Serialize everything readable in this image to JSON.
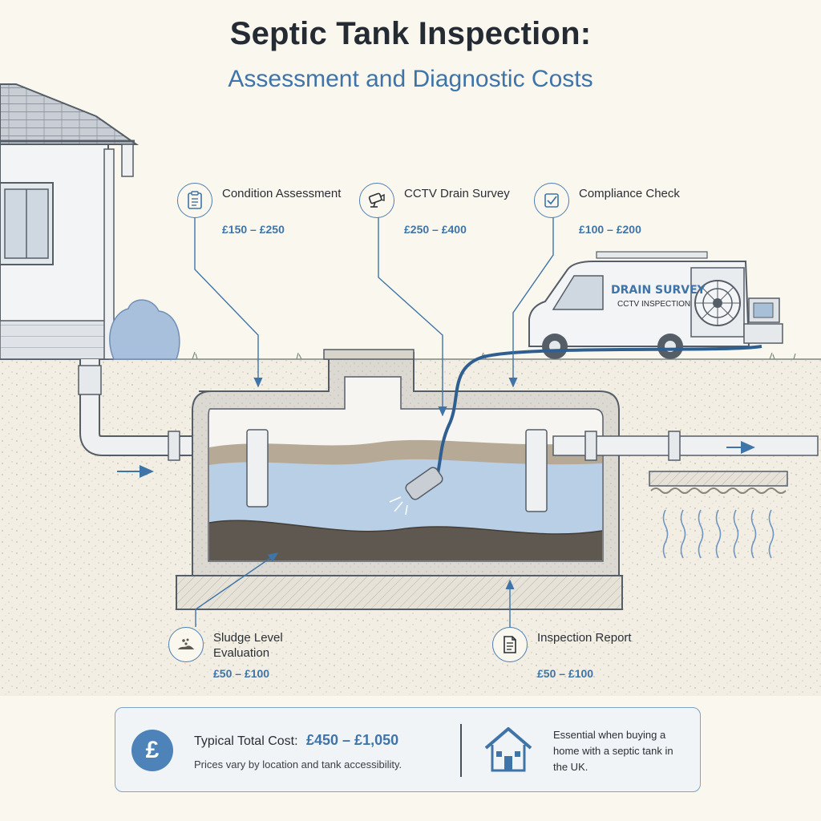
{
  "header": {
    "title": "Septic Tank Inspection:",
    "subtitle": "Assessment and Diagnostic Costs"
  },
  "callouts": [
    {
      "label": "Condition Assessment",
      "cost": "£150 – £250",
      "icon": "clipboard-icon"
    },
    {
      "label": "CCTV Drain Survey",
      "cost": "£250 – £400",
      "icon": "cctv-camera-icon"
    },
    {
      "label": "Compliance Check",
      "cost": "£100 – £200",
      "icon": "checkbox-icon"
    },
    {
      "label": "Sludge Level Evaluation",
      "cost": "£50 – £100",
      "icon": "sludge-icon"
    },
    {
      "label": "Inspection Report",
      "cost": "£50 – £100",
      "icon": "document-icon"
    }
  ],
  "van": {
    "line1": "DRAIN SURVEY",
    "line2": "CCTV INSPECTION"
  },
  "summary": {
    "currency_symbol": "£",
    "total_label": "Typical Total Cost:",
    "total_value": "£450 – £1,050",
    "note": "Prices vary by location and tank accessibility.",
    "essential": "Essential when buying a home with a septic tank in the UK."
  },
  "colors": {
    "accent": "#3f74a8",
    "water": "#b9cfe6",
    "sludge": "#5f5850",
    "scum": "#b6aa97",
    "background": "#faf7ef"
  }
}
